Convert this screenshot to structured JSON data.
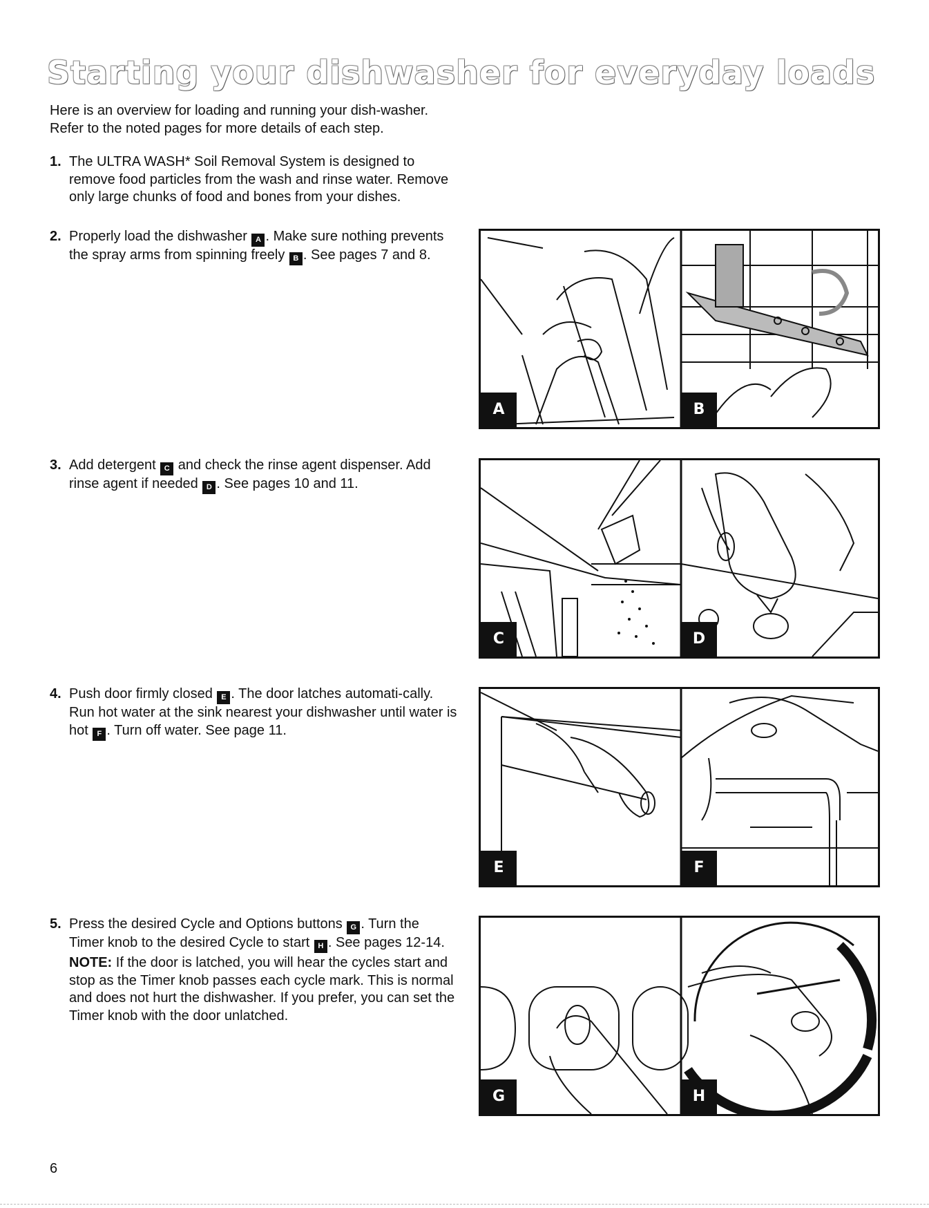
{
  "title": "Starting your dishwasher for everyday loads",
  "intro": "Here is an overview for loading and running your dish-washer. Refer to the noted pages for more details of each step.",
  "steps": [
    {
      "num": "1.",
      "parts": [
        "The ULTRA WASH* Soil Removal System is designed to remove food particles from the wash and rinse water. Remove only large chunks of food and bones from your dishes."
      ]
    },
    {
      "num": "2.",
      "parts": [
        "Properly load the dishwasher ",
        ". Make sure nothing prevents the spray arms from spinning freely ",
        ". See pages 7 and 8."
      ],
      "refs": [
        "A",
        "B"
      ]
    },
    {
      "num": "3.",
      "parts": [
        "Add detergent ",
        " and check the rinse agent dispenser. Add rinse agent if needed ",
        ". See pages 10 and 11."
      ],
      "refs": [
        "C",
        "D"
      ]
    },
    {
      "num": "4.",
      "parts": [
        "Push door firmly closed ",
        ". The door latches automati-cally. Run hot water at the sink nearest your dishwasher until water is hot ",
        ". Turn off water. See page 11."
      ],
      "refs": [
        "E",
        "F"
      ]
    },
    {
      "num": "5.",
      "parts": [
        "Press the desired Cycle and Options buttons ",
        ". Turn the Timer knob to the desired Cycle to start ",
        ". See pages 12-14."
      ],
      "refs": [
        "G",
        "H"
      ]
    }
  ],
  "note": {
    "label": "NOTE:",
    "text": " If the door is latched, you will hear the cycles start and stop as the Timer knob passes each cycle mark. This is normal and does not hurt the dishwasher. If you prefer, you can set the Timer knob with the door unlatched."
  },
  "panels": [
    {
      "left": "A",
      "right": "B"
    },
    {
      "left": "C",
      "right": "D"
    },
    {
      "left": "E",
      "right": "F"
    },
    {
      "left": "G",
      "right": "H"
    }
  ],
  "page_number": "6"
}
